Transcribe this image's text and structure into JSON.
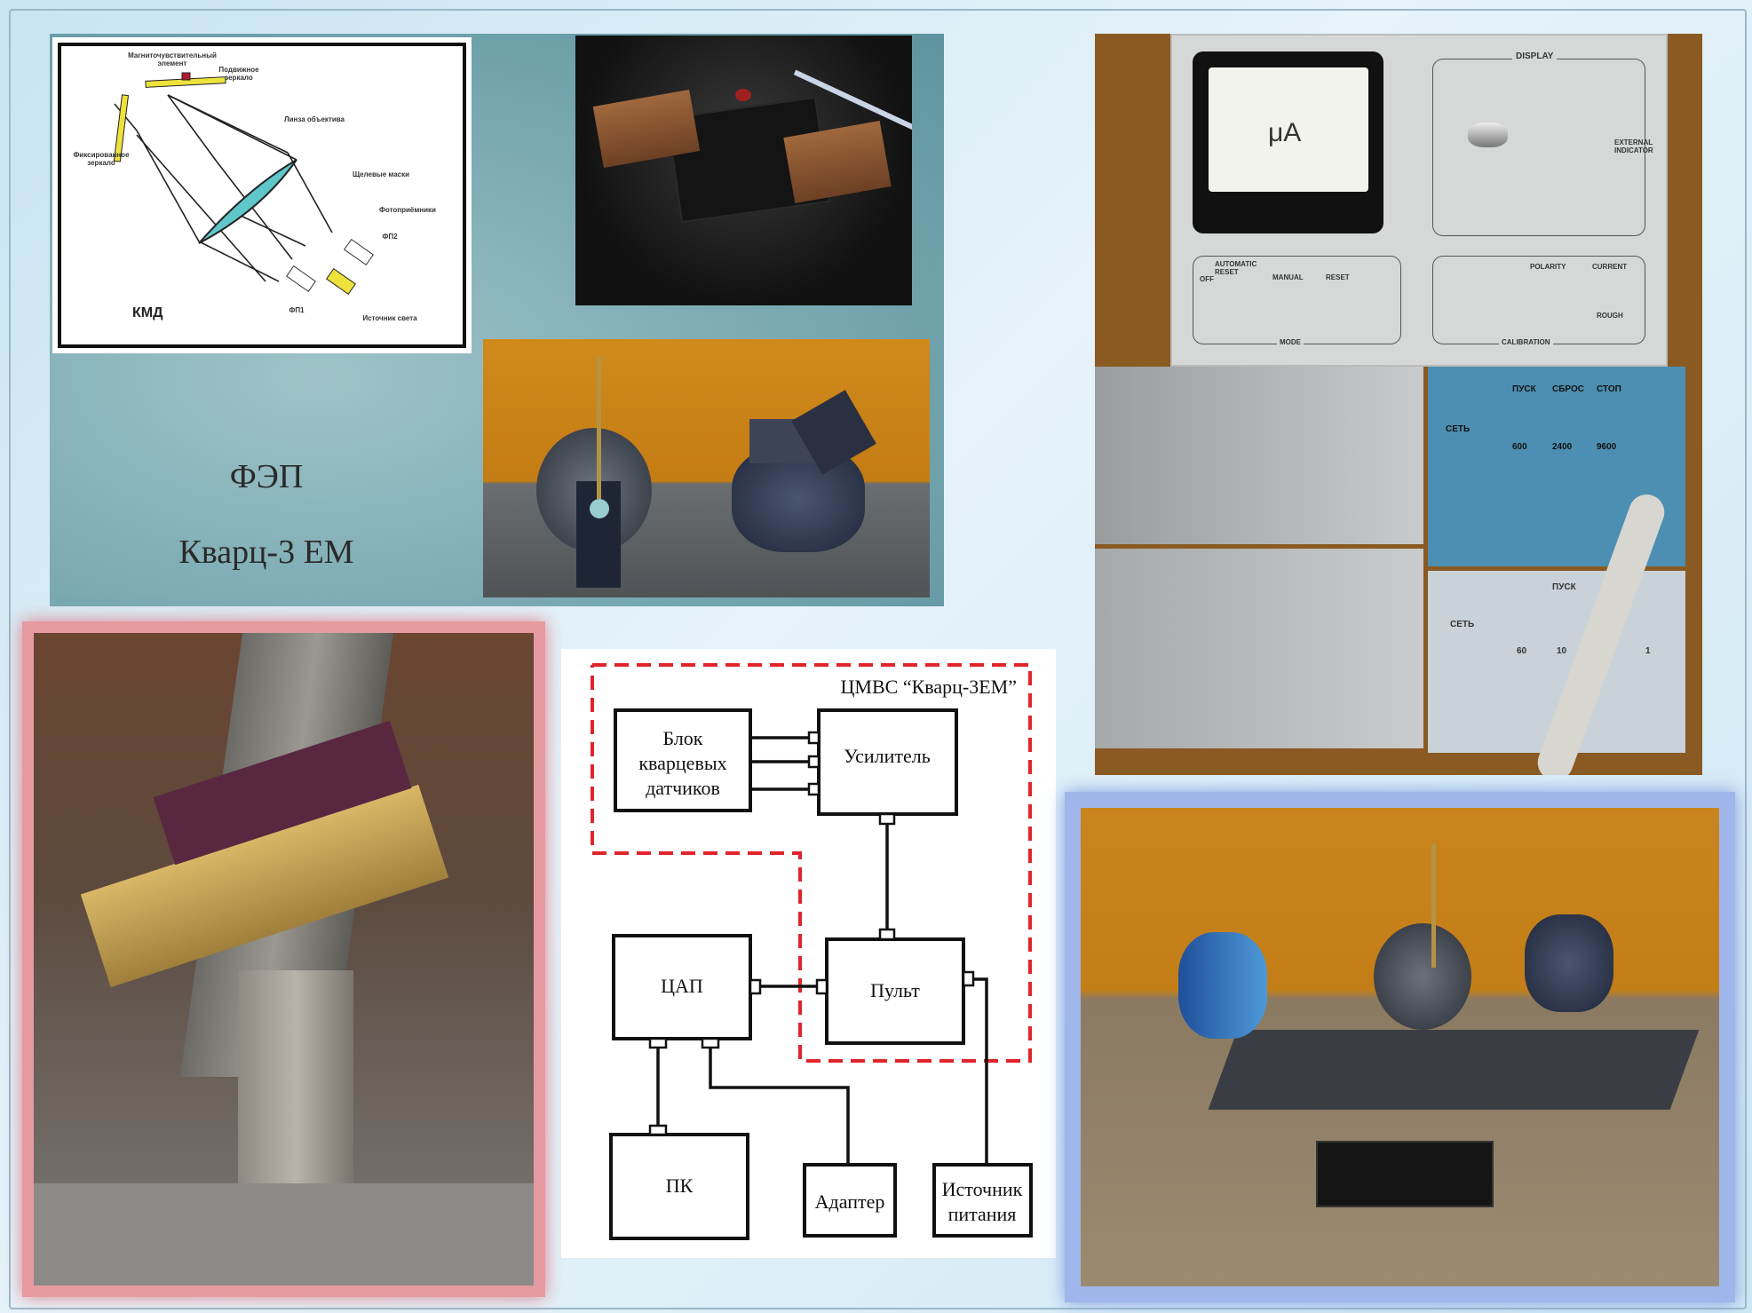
{
  "left_panel": {
    "title": "ФЭП",
    "model": "Кварц-3 ЕМ"
  },
  "kmd_diagram": {
    "title": "КМД",
    "labels": {
      "magnetic_element": "Магниточувствительный элемент",
      "movable_mirror": "Подвижное зеркало",
      "objective_lens": "Линза объектива",
      "fixed_mirror": "Фиксированное зеркало",
      "slit_masks": "Щелевые маски",
      "photodetectors": "Фотоприёмники",
      "fp2": "ФП2",
      "fp1": "ФП1",
      "light_source": "Источник света"
    }
  },
  "equipment_panel": {
    "meter_unit": "μA",
    "display": "DISPLAY",
    "mode": "MODE",
    "calibration": "CALIBRATION",
    "polarity": "POLARITY",
    "external_indicator": "EXTERNAL INDICATOR",
    "automatic_reset": "AUTOMATIC RESET",
    "manual": "MANUAL",
    "reset": "RESET",
    "off": "OFF",
    "rough": "ROUGH",
    "current": "CURRENT",
    "blue_unit": {
      "start": "ПУСК",
      "reset": "СБРОС",
      "stop": "СТОП",
      "power": "СЕТЬ",
      "rates": [
        "600",
        "2400",
        "9600"
      ]
    },
    "grey_unit": {
      "start": "ПУСК",
      "power": "СЕТЬ",
      "ranges": [
        "60",
        "10",
        "1"
      ]
    }
  },
  "block_diagram": {
    "group_label": "ЦМВС “Кварц-3ЕМ”",
    "blocks": {
      "sensors": [
        "Блок",
        "кварцевых",
        "датчиков"
      ],
      "amplifier": "Усилитель",
      "dac": "ЦАП",
      "console": "Пульт",
      "pc": "ПК",
      "adapter": "Адаптер",
      "power_supply": [
        "Источник",
        "питания"
      ]
    },
    "colors": {
      "group_border": "#e0242b",
      "lines": "#111111"
    }
  }
}
